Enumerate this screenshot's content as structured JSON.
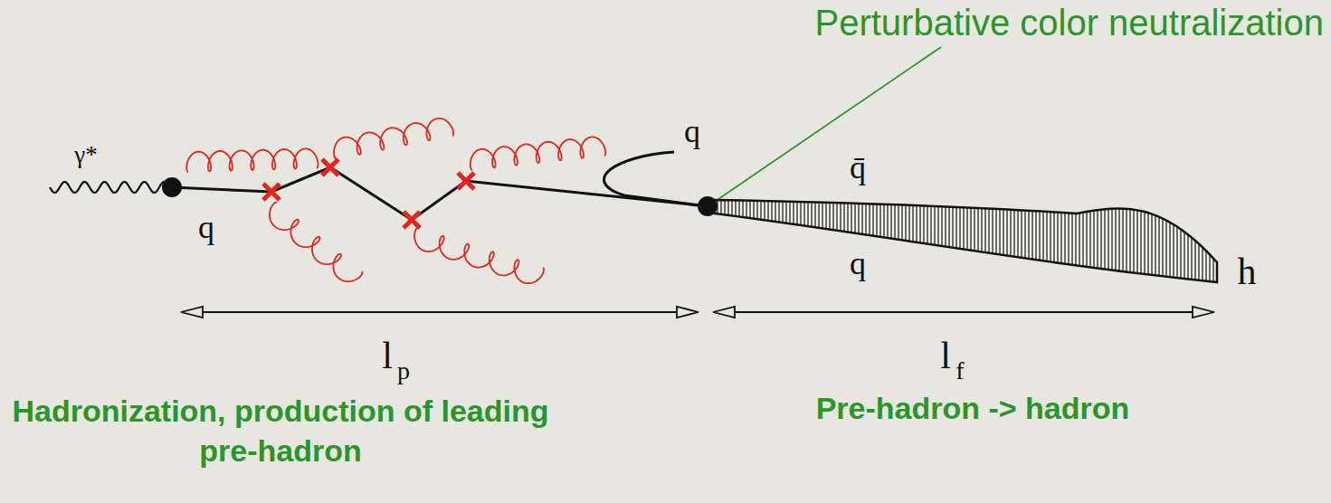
{
  "diagram": {
    "labels": [
      "Perturbative color neutralization",
      "γ*",
      "q",
      "q",
      "q̄",
      "q",
      "h",
      "l",
      "p",
      "l",
      "f",
      "Hadronization, production of leading pre-hadron",
      "Pre-hadron -> hadron"
    ]
  }
}
